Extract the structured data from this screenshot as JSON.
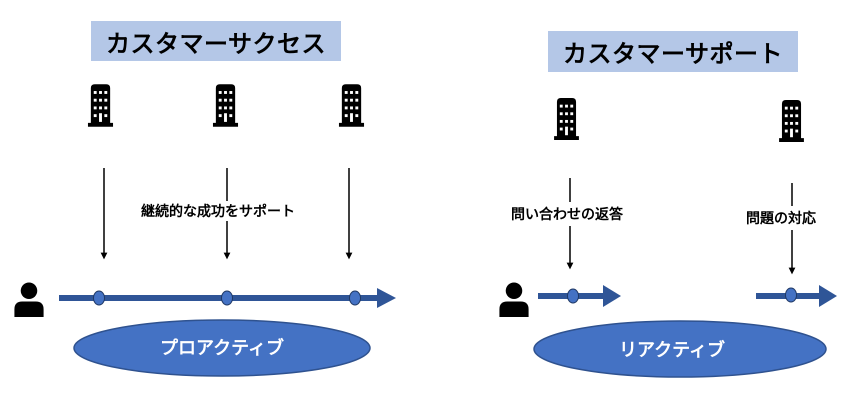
{
  "left_panel": {
    "title": "カスタマーサクセス",
    "annotation": "継続的な成功をサポート",
    "ellipse_label": "プロアクティブ",
    "building_count": 3,
    "touchpoint_count": 3
  },
  "right_panel": {
    "title": "カスタマーサポート",
    "annotations": [
      "問い合わせの返答",
      "問題の対応"
    ],
    "ellipse_label": "リアクティブ",
    "building_count": 2,
    "touchpoint_count": 2
  },
  "icons": {
    "building": "building-icon",
    "person": "person-icon"
  },
  "colors": {
    "title_bg": "#B4C7E7",
    "timeline": "#2F5597",
    "dot_fill": "#4472C4",
    "ellipse_fill": "#4472C4",
    "ellipse_stroke": "#2F528F"
  }
}
